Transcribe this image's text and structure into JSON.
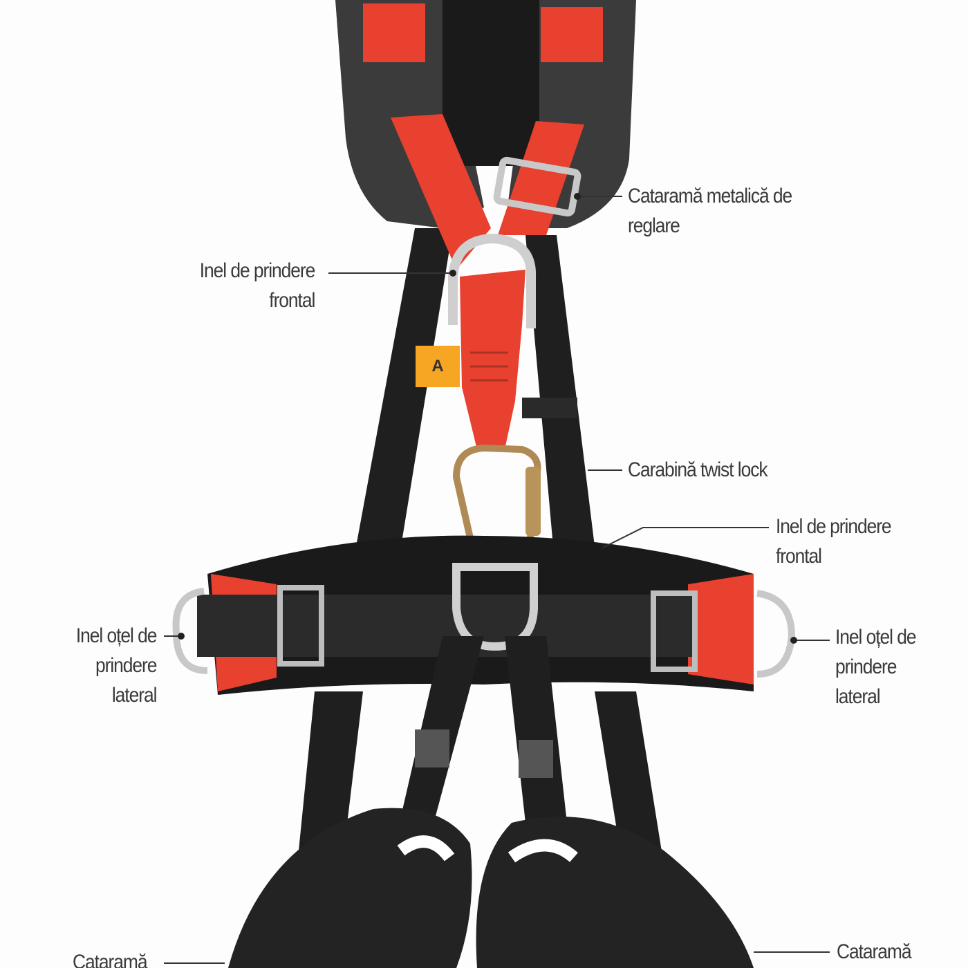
{
  "labels": {
    "adjust_buckle": {
      "line1": "Cataramă metalică de",
      "line2": "reglare"
    },
    "front_ring_upper": {
      "line1": "Inel de prindere",
      "line2": "frontal"
    },
    "carabiner": {
      "line1": "Carabină twist lock"
    },
    "front_ring_lower": {
      "line1": "Inel de prindere",
      "line2": "frontal"
    },
    "side_ring_left": {
      "line1": "Inel oțel de",
      "line2": "prindere",
      "line3": "lateral"
    },
    "side_ring_right": {
      "line1": "Inel oțel de",
      "line2": "prindere",
      "line3": "lateral"
    },
    "buckle_left": {
      "line1": "Cataramă"
    },
    "buckle_right": {
      "line1": "Cataramă"
    }
  },
  "tag": "A",
  "colors": {
    "red": "#e8412f",
    "black": "#1e1e1e",
    "pad": "#3a3a3a",
    "metal": "#c8c8c8",
    "tag": "#f6a623",
    "carabiner": "#b08a55"
  }
}
